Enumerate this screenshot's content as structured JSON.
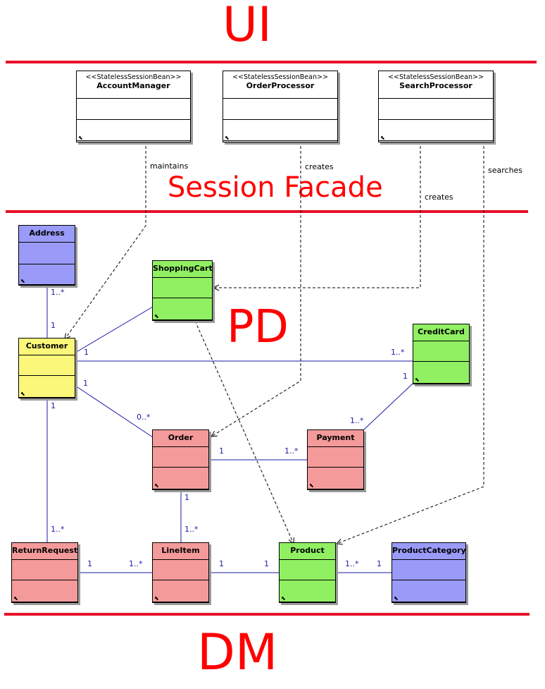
{
  "layers": {
    "ui": "UI",
    "session_facade": "Session Facade",
    "pd": "PD",
    "dm": "DM"
  },
  "colors": {
    "layer_text": "#ff0000",
    "separator": "#e8102a",
    "session_bean": "#ffffff",
    "blue_class": "#9a9af8",
    "green_class": "#90f062",
    "yellow_class": "#fbf77a",
    "red_class": "#f49a9a",
    "association": "#1a1aa8"
  },
  "classes": {
    "account_manager": {
      "stereotype": "<<StatelessSessionBean>>",
      "name": "AccountManager"
    },
    "order_processor": {
      "stereotype": "<<StatelessSessionBean>>",
      "name": "OrderProcessor"
    },
    "search_processor": {
      "stereotype": "<<StatelessSessionBean>>",
      "name": "SearchProcessor"
    },
    "address": {
      "name": "Address"
    },
    "shopping_cart": {
      "name": "ShoppingCart"
    },
    "customer": {
      "name": "Customer"
    },
    "credit_card": {
      "name": "CreditCard"
    },
    "order": {
      "name": "Order"
    },
    "payment": {
      "name": "Payment"
    },
    "return_request": {
      "name": "ReturnRequest"
    },
    "line_item": {
      "name": "LineItem"
    },
    "product": {
      "name": "Product"
    },
    "product_category": {
      "name": "ProductCategory"
    }
  },
  "dependencies": {
    "maintains": "maintains",
    "creates_order": "creates",
    "creates_cart": "creates",
    "searches": "searches"
  },
  "multiplicities": {
    "address_to_customer": "1..*",
    "customer_to_address": "1",
    "customer_to_creditcard": "1",
    "creditcard_to_customer": "1..*",
    "customer_to_order": "1",
    "order_to_customer": "0..*",
    "customer_to_return": "1",
    "return_to_customer": "1..*",
    "creditcard_to_payment": "1",
    "payment_to_creditcard": "1..*",
    "order_to_payment": "1",
    "payment_to_order": "1..*",
    "order_to_lineitem": "1",
    "lineitem_to_order": "1..*",
    "return_to_lineitem": "1",
    "lineitem_to_return": "1..*",
    "lineitem_to_product": "1",
    "product_to_lineitem": "1",
    "product_to_category": "1..*",
    "category_to_product": "1"
  }
}
